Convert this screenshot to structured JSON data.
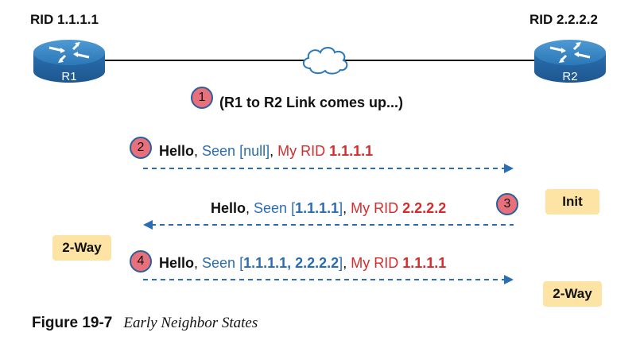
{
  "routers": {
    "r1": {
      "rid_label": "RID 1.1.1.1",
      "name": "R1"
    },
    "r2": {
      "rid_label": "RID 2.2.2.2",
      "name": "R2"
    }
  },
  "steps": [
    {
      "number": "1",
      "text": "(R1 to R2 Link comes up...)"
    },
    {
      "number": "2",
      "parts": {
        "hello": "Hello",
        "sep1": ", ",
        "seen_prefix": "Seen [null]",
        "sep2": ", ",
        "rid_prefix": "My RID ",
        "rid": "1.1.1.1"
      },
      "direction": "R1 to R2"
    },
    {
      "number": "3",
      "parts": {
        "hello": "Hello",
        "sep1": ", ",
        "seen_open": "Seen [",
        "seen_value": "1.1.1.1",
        "seen_close": "]",
        "sep2": ", ",
        "rid_prefix": "My RID ",
        "rid": "2.2.2.2"
      },
      "direction": "R2 to R1"
    },
    {
      "number": "4",
      "parts": {
        "hello": "Hello",
        "sep1": ", ",
        "seen_open": "Seen [",
        "seen_value": "1.1.1.1, 2.2.2.2",
        "seen_close": "]",
        "sep2": ", ",
        "rid_prefix": "My RID ",
        "rid": "1.1.1.1"
      },
      "direction": "R1 to R2"
    }
  ],
  "states": {
    "r2_init": "Init",
    "r1_two_way": "2-Way",
    "r2_two_way": "2-Way"
  },
  "caption": {
    "label": "Figure 19-7",
    "title": "Early Neighbor States"
  },
  "colors": {
    "router_blue": "#2b78b8",
    "arrow_blue": "#2a6db3",
    "step_circle": "#e8707b",
    "state_box": "#fde4a4",
    "red_text": "#d62b2b"
  }
}
